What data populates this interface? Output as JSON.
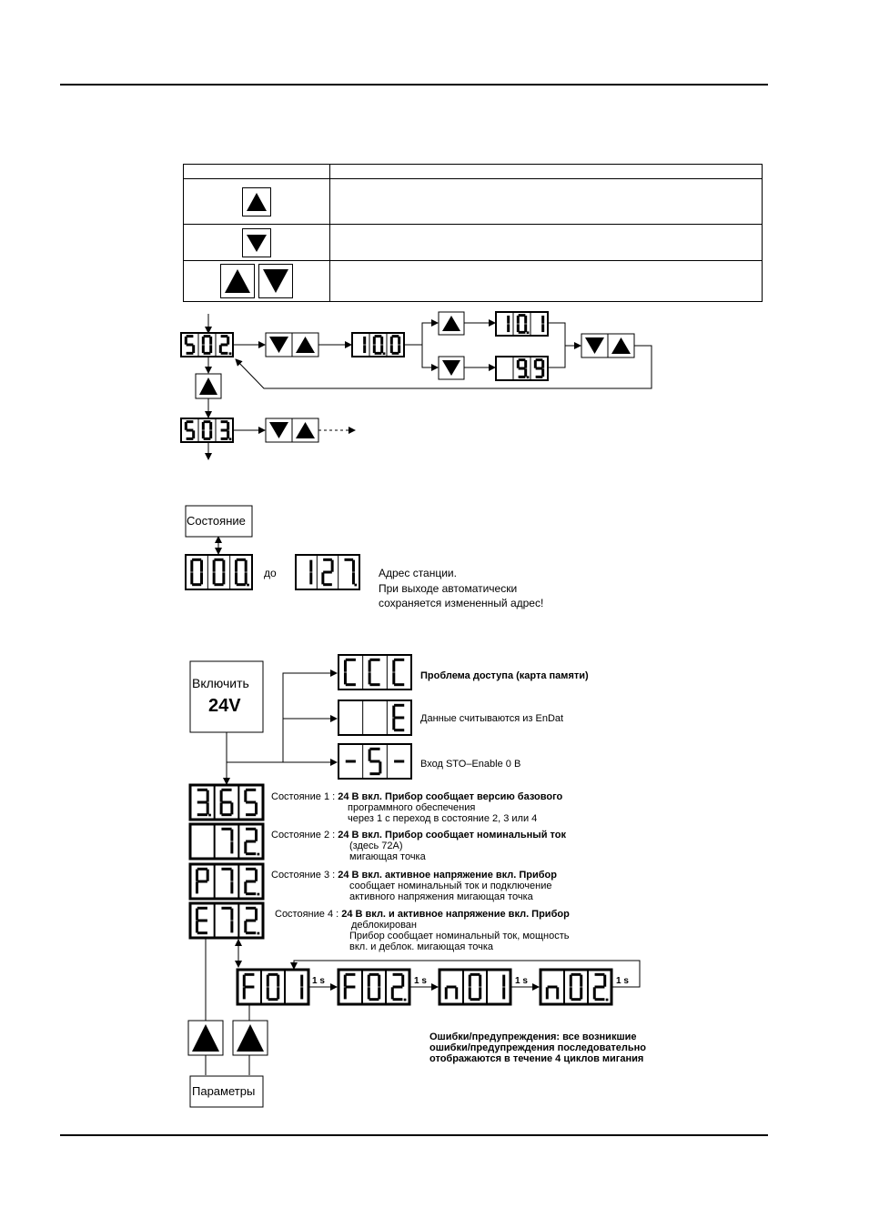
{
  "keys_table": {
    "header": [
      "",
      ""
    ],
    "rows": [
      {
        "icon": "up-arrow-icon",
        "text": ""
      },
      {
        "icon": "down-arrow-icon",
        "text": ""
      },
      {
        "icon": "up-down-arrow-icon",
        "text": ""
      }
    ]
  },
  "parameter_flow": {
    "displays": [
      "S02.",
      "10.0",
      "10.1",
      "9.9",
      "S03."
    ]
  },
  "address_section": {
    "state_box": "Состояние",
    "from_display": "000.",
    "to_word": "до",
    "to_display": "127.",
    "note_lines": [
      "Адрес станции.",
      "При выходе автоматически",
      "сохраняется измененный адрес!"
    ]
  },
  "startup_section": {
    "power_box": {
      "line1": "Включить",
      "line2": "24V"
    },
    "indications": [
      {
        "display": "CCC",
        "text": "Проблема доступа (карта памяти)"
      },
      {
        "display": "E",
        "text": "Данные считываются из EnDat"
      },
      {
        "display": "-S-",
        "text": "Вход STO–Enable 0 В"
      }
    ],
    "states": [
      {
        "display": "3.65",
        "label": "Состояние 1 :",
        "lines": [
          "24 В вкл. Прибор сообщает версию базового",
          "программного обеспечения",
          "через 1 с переход в состояние 2, 3 или 4"
        ]
      },
      {
        "display": "72.",
        "label": "Состояние 2 :",
        "lines": [
          "24 В вкл. Прибор сообщает номинальный ток",
          "(здесь 72А)",
          "мигающая точка"
        ]
      },
      {
        "display": "P72.",
        "label": "Состояние 3 :",
        "lines": [
          "24 В вкл. активное напряжение вкл. Прибор",
          "сообщает номинальный ток и подключение",
          "активного напряжения мигающая точка"
        ]
      },
      {
        "display": "E72.",
        "label": "Состояние 4 :",
        "lines": [
          "24 В вкл. и активное напряжение вкл. Прибор",
          "деблокирован",
          "Прибор сообщает номинальный ток, мощность",
          "вкл. и деблок. мигающая точка"
        ]
      }
    ],
    "error_cycle": {
      "displays": [
        "F01",
        "F02.",
        "n01",
        "n02."
      ],
      "interval": "1 s"
    },
    "errors_note": [
      "Ошибки/предупреждения: все возникшие",
      "ошибки/предупреждения последовательно",
      "отображаются в течение 4 циклов мигания"
    ],
    "params_box": "Параметры"
  }
}
